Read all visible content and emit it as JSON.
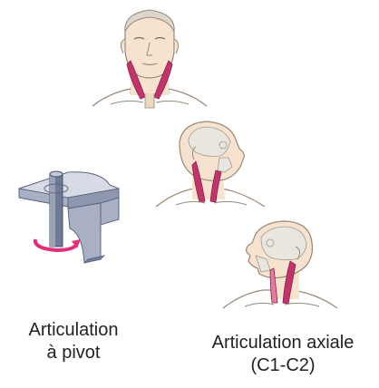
{
  "labels": {
    "pivot": [
      "Articulation",
      "à pivot"
    ],
    "axial": [
      "Articulation axiale",
      "(C1-C2)"
    ]
  },
  "colors": {
    "muscle": "#c0366a",
    "muscle_light": "#e07ea0",
    "skin": "#f6e2cf",
    "outline": "#9a8878",
    "skull": "#e9e6e0",
    "metal_light": "#d7dbe6",
    "metal_mid": "#a9b0c4",
    "metal_dark": "#707a96",
    "arrow": "#e0307a"
  },
  "icons": [
    "head-front-icon",
    "head-turning-icon",
    "head-turned-icon",
    "pivot-joint-icon",
    "rotation-arrow-icon"
  ]
}
